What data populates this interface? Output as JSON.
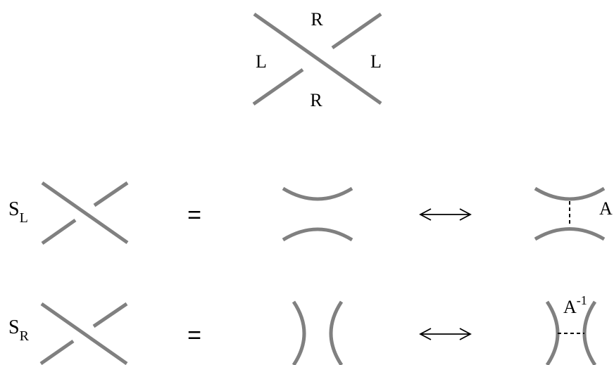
{
  "top_crossing": {
    "region_top": "R",
    "region_left": "L",
    "region_right": "L",
    "region_bottom": "R"
  },
  "row_left": {
    "label_main": "S",
    "label_sub": "L",
    "equals": "=",
    "bond_label": "A"
  },
  "row_right": {
    "label_main": "S",
    "label_sub": "R",
    "equals": "=",
    "bond_label_main": "A",
    "bond_label_sup": "-1"
  },
  "colors": {
    "strand": "#808080",
    "ink": "#000000"
  }
}
